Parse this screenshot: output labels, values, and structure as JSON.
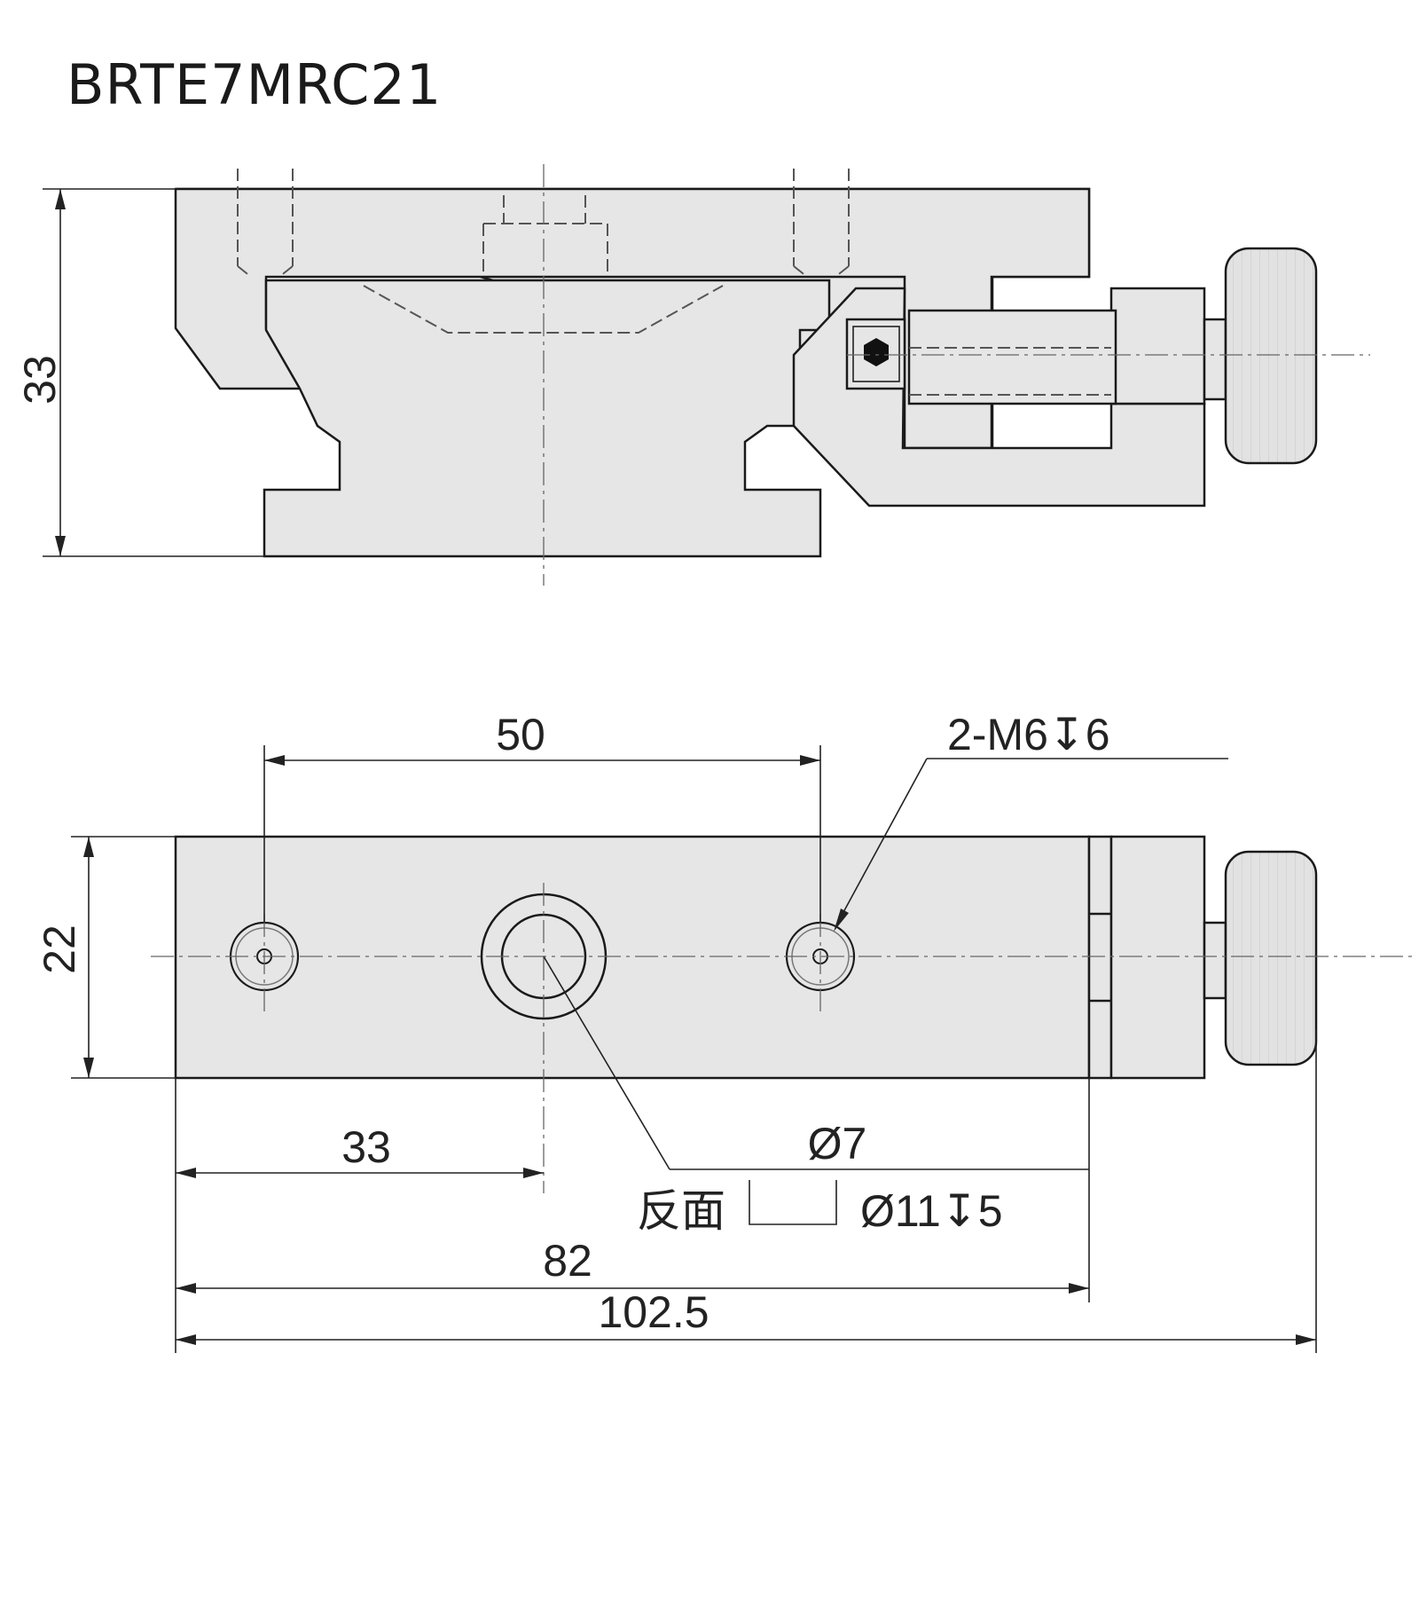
{
  "title": "BRTE7MRC21",
  "side_view": {
    "height_dim": "33"
  },
  "top_view": {
    "hole_spacing_dim": "50",
    "width_dim": "22",
    "center_offset_dim": "33",
    "length_dim": "82",
    "overall_length_dim": "102.5",
    "tapped_hole_callout": "2-M6↧6",
    "through_hole_callout": "Ø7",
    "reverse_side_label": "反面",
    "counterbore_callout": "Ø11↧5"
  },
  "colors": {
    "part_fill": "#e6e6e6",
    "line": "#1a1a1a",
    "dimension": "#222222"
  }
}
